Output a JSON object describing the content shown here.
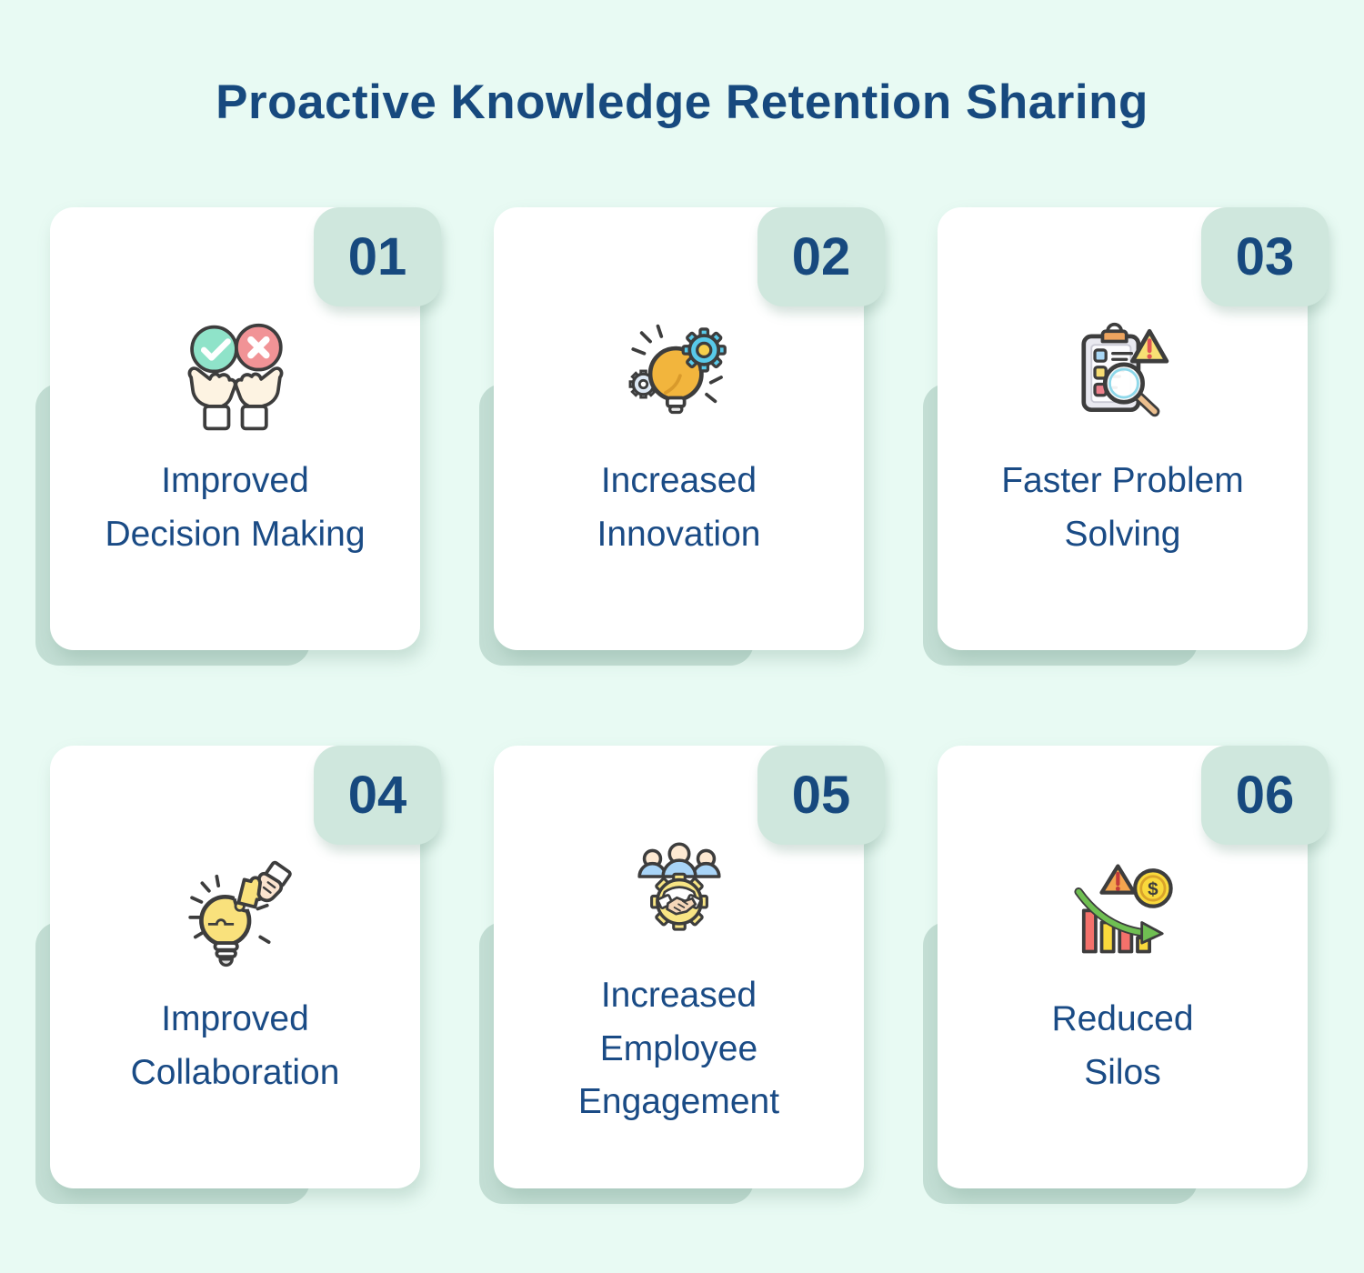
{
  "title": "Proactive Knowledge Retention Sharing",
  "colors": {
    "background": "#e8faf3",
    "card": "#ffffff",
    "badge": "#cfe7dd",
    "card_backdrop": "#c3ded4",
    "text_navy": "#17497e",
    "check_green": "#8fe3c9",
    "cross_red": "#f19396",
    "bulb_amber": "#f2b53d",
    "gear_cyan": "#58c9e9",
    "puzzle_yellow": "#f9e17c",
    "bar_red": "#f4716b",
    "bar_yellow": "#f9d93c",
    "arrow_green": "#6fbf52"
  },
  "cards": [
    {
      "number": "01",
      "label": "Improved\nDecision Making",
      "icon": "hands-approve-reject-icon"
    },
    {
      "number": "02",
      "label": "Increased\nInnovation",
      "icon": "bulb-gears-icon"
    },
    {
      "number": "03",
      "label": "Faster Problem\nSolving",
      "icon": "clipboard-magnifier-warning-icon"
    },
    {
      "number": "04",
      "label": "Improved\nCollaboration",
      "icon": "bulb-puzzle-hand-icon"
    },
    {
      "number": "05",
      "label": "Increased\nEmployee\nEngagement",
      "icon": "team-handshake-gear-icon"
    },
    {
      "number": "06",
      "label": "Reduced\nSilos",
      "icon": "declining-bars-warning-coin-icon"
    }
  ]
}
